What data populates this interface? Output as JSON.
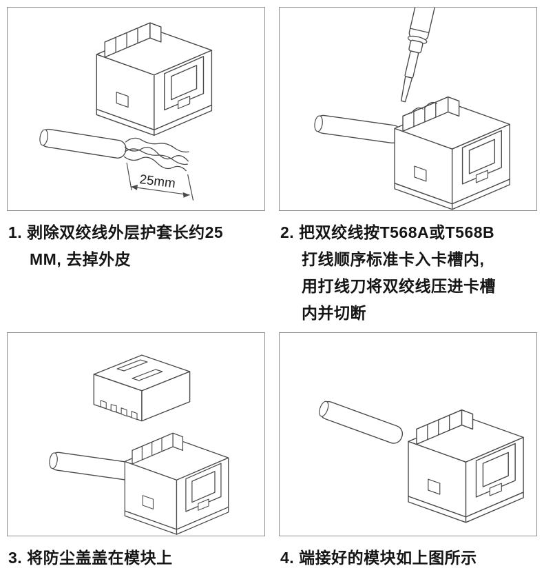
{
  "page": {
    "background": "#ffffff",
    "panel_border": "#8f8f8f",
    "line_ink": "#4a4a4a",
    "text_color": "#151515"
  },
  "panels": [
    {
      "name": "step-1",
      "annotation": "25mm",
      "caption": [
        "1. 剥除双绞线外层护套长约25",
        "MM, 去掉外皮"
      ]
    },
    {
      "name": "step-2",
      "caption": [
        "2. 把双绞线按T568A或T568B",
        "打线顺序标准卡入卡槽内,",
        "用打线刀将双绞线压进卡槽",
        "内并切断"
      ]
    },
    {
      "name": "step-3",
      "caption": [
        "3. 将防尘盖盖在模块上"
      ]
    },
    {
      "name": "step-4",
      "caption": [
        "4. 端接好的模块如上图所示"
      ]
    }
  ],
  "illustrations": {
    "module": "keystone-jack-module",
    "cable": "twisted-pair-cable",
    "tool": "punch-down-tool",
    "cover": "dust-cover"
  }
}
